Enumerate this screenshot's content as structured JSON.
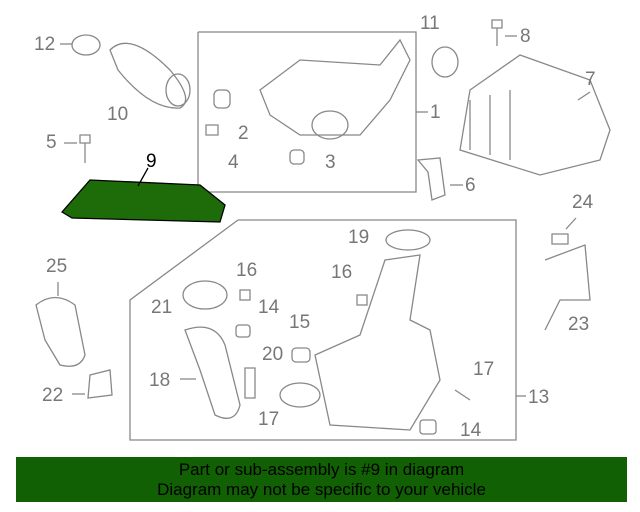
{
  "diagram": {
    "highlighted_part": "9",
    "highlight_color": "#1e6b0a",
    "callouts": [
      "12",
      "10",
      "11",
      "8",
      "7",
      "1",
      "2",
      "4",
      "3",
      "5",
      "9",
      "6",
      "24",
      "19",
      "25",
      "16",
      "16",
      "21",
      "14",
      "15",
      "23",
      "20",
      "18",
      "17",
      "17",
      "22",
      "13",
      "14"
    ]
  },
  "banner": {
    "line1": "Part or sub-assembly is #9 in diagram",
    "line2": "Diagram may not be specific to your vehicle",
    "background": "#116004"
  }
}
